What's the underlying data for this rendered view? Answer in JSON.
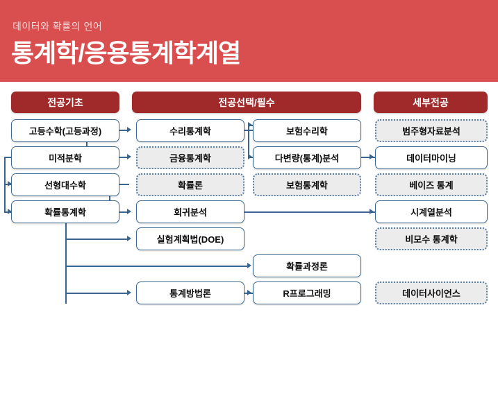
{
  "banner": {
    "subtitle": "데이터와 확률의 언어",
    "title": "통계학/응용통계학계열",
    "bg_color": "#d94f4f"
  },
  "theme": {
    "header_chip_color": "#a02a2a",
    "node_border_color": "#3f6b93",
    "connector_color": "#3a6590",
    "elective_fill": "#ececec"
  },
  "columns": [
    {
      "id": "major-basics",
      "label": "전공기초"
    },
    {
      "id": "major-required",
      "label": "전공선택/필수"
    },
    {
      "id": "specialization",
      "label": "세부전공"
    }
  ],
  "nodes": {
    "basics": [
      {
        "label": "고등수학(고등과정)",
        "style": "solid"
      },
      {
        "label": "미적분학",
        "style": "solid"
      },
      {
        "label": "선형대수학",
        "style": "solid"
      },
      {
        "label": "확률통계학",
        "style": "solid"
      }
    ],
    "elective_left": [
      {
        "label": "수리통계학",
        "style": "solid"
      },
      {
        "label": "금융통계학",
        "style": "dashed"
      },
      {
        "label": "확률론",
        "style": "dashed"
      },
      {
        "label": "회귀분석",
        "style": "solid"
      },
      {
        "label": "실험계획법(DOE)",
        "style": "solid"
      },
      {
        "label": "통계방법론",
        "style": "solid"
      }
    ],
    "elective_right": [
      {
        "label": "보험수리학",
        "style": "solid"
      },
      {
        "label": "다변량(통계)분석",
        "style": "solid"
      },
      {
        "label": "보험통계학",
        "style": "dashed"
      },
      {
        "label": "확률과정론",
        "style": "solid"
      },
      {
        "label": "R프로그래밍",
        "style": "solid"
      }
    ],
    "specialization": [
      {
        "label": "범주형자료분석",
        "style": "dashed"
      },
      {
        "label": "데이터마이닝",
        "style": "solid"
      },
      {
        "label": "베이즈 통계",
        "style": "dashed"
      },
      {
        "label": "시계열분석",
        "style": "solid"
      },
      {
        "label": "비모수 통계학",
        "style": "dashed"
      },
      {
        "label": "데이터사이언스",
        "style": "dashed"
      }
    ]
  }
}
